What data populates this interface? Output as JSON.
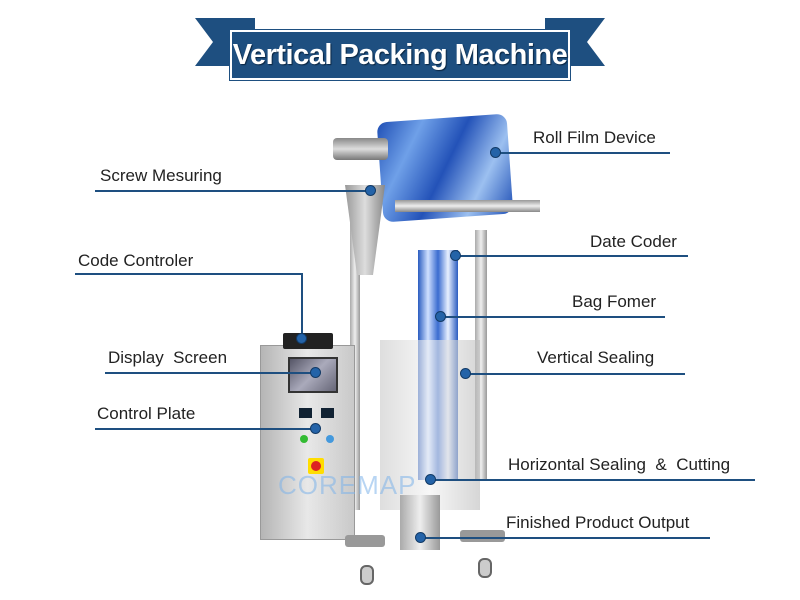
{
  "title": "Vertical Packing Machine",
  "watermark": "COREMAP",
  "labels": {
    "roll_film": "Roll Film Device",
    "screw": "Screw Mesuring",
    "date_coder": "Date Coder",
    "code_controller": "Code Controler",
    "bag_former": "Bag Fomer",
    "display": "Display  Screen",
    "vertical_sealing": "Vertical Sealing",
    "control_plate": "Control Plate",
    "horizontal_sealing": "Horizontal Sealing  &  Cutting",
    "output": "Finished Product Output"
  },
  "colors": {
    "banner": "#1e4f80",
    "line": "#1e4f80"
  }
}
